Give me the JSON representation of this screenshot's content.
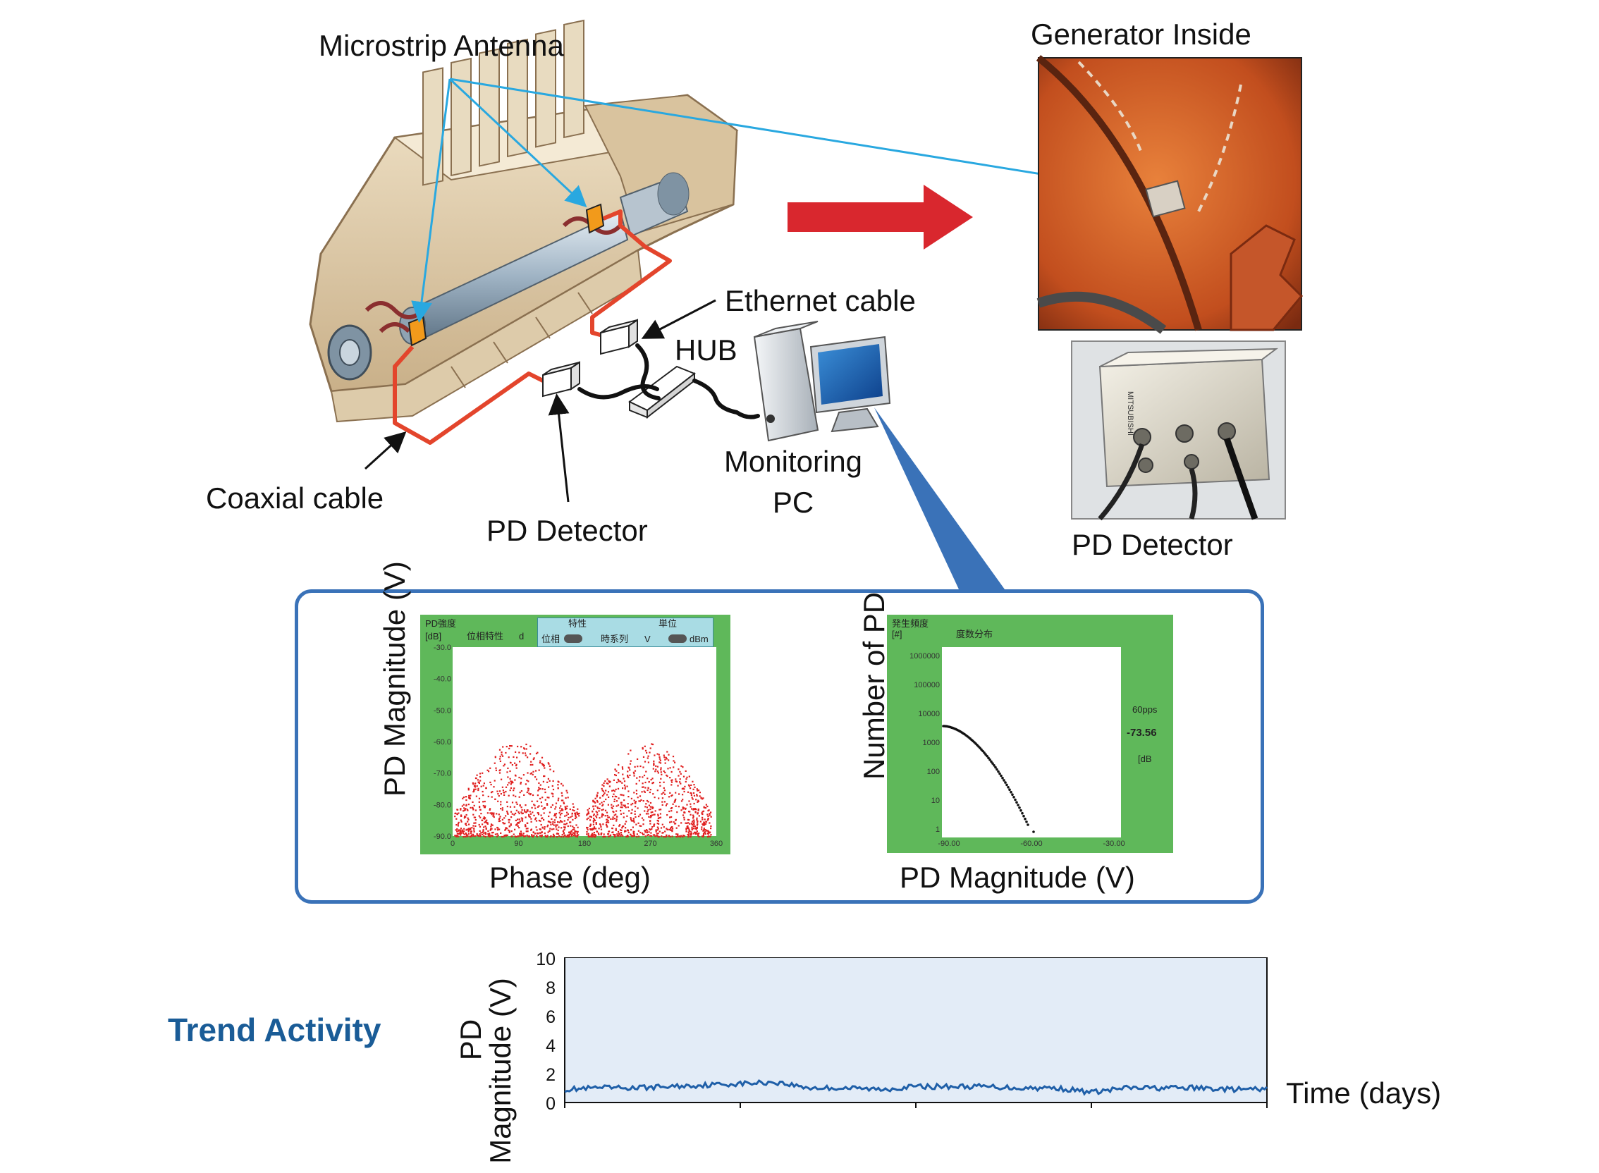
{
  "labels": {
    "microstrip_antenna": "Microstrip Antenna",
    "generator_inside": "Generator Inside",
    "ethernet_cable": "Ethernet cable",
    "hub": "HUB",
    "monitoring_pc_line1": "Monitoring",
    "monitoring_pc_line2": "PC",
    "coaxial_cable": "Coaxial cable",
    "pd_detector_left": "PD Detector",
    "pd_detector_photo": "PD Detector",
    "photo_brand": "MITSUBISHI"
  },
  "panel": {
    "left_plot": {
      "ylabel": "PD Magnitude (V)",
      "xlabel": "Phase (deg)",
      "screen_ylabel": "PD強度",
      "screen_unit": "[dB]",
      "header_text": "位相特性",
      "header_d": "d",
      "toggle_1_label": "特性",
      "toggle_1_a": "位相",
      "toggle_1_b": "時系列",
      "toggle_1_c": "V",
      "toggle_2_label": "単位",
      "toggle_2_a": "dBm",
      "yticks": [
        "-30.0",
        "-40.0",
        "-50.0",
        "-60.0",
        "-70.0",
        "-80.0",
        "-90.0"
      ],
      "xticks": [
        "0",
        "90",
        "180",
        "270",
        "360"
      ]
    },
    "right_plot": {
      "ylabel": "Number of PD",
      "xlabel": "PD Magnitude (V)",
      "screen_ylabel": "発生頻度",
      "screen_unit": "[#]",
      "header_text": "度数分布",
      "side_pps": "60pps",
      "side_value": "-73.56",
      "side_unit": "[dB",
      "yticks": [
        "1000000",
        "100000",
        "10000",
        "1000",
        "100",
        "10",
        "1"
      ],
      "xticks": [
        "-90.00",
        "-60.00",
        "-30.00"
      ]
    }
  },
  "trend": {
    "title": "Trend Activity",
    "ylabel_line1": "PD",
    "ylabel_line2": "Magnitude (V)",
    "xlabel": "Time (days)",
    "yticks": [
      "10",
      "8",
      "6",
      "4",
      "2",
      "0"
    ]
  },
  "chart_data": [
    {
      "type": "line",
      "title": "Trend Activity",
      "xlabel": "Time (days)",
      "ylabel": "PD Magnitude (V)",
      "ylim": [
        0,
        10
      ],
      "grid": false,
      "x": [
        0,
        5,
        10,
        15,
        20,
        25,
        30,
        35,
        40,
        45,
        50,
        55,
        60,
        65,
        70,
        75,
        80,
        85,
        90,
        95,
        100
      ],
      "values": [
        0.9,
        1.0,
        1.0,
        1.1,
        1.2,
        1.3,
        1.4,
        1.0,
        1.0,
        0.9,
        1.1,
        1.1,
        1.1,
        1.0,
        1.0,
        0.7,
        1.0,
        1.0,
        1.0,
        0.9,
        0.9
      ],
      "color": "#1f5fa8"
    }
  ],
  "colors": {
    "panel_border": "#3a72b8",
    "antenna_arrow": "#29a8e0",
    "red_arrow": "#d9272e",
    "coax_cable": "#e3452c",
    "trend_line": "#1f5fa8",
    "trend_bg": "#e3ecf7",
    "screen_green": "#5fb85a",
    "scatter_red": "#e02020"
  }
}
